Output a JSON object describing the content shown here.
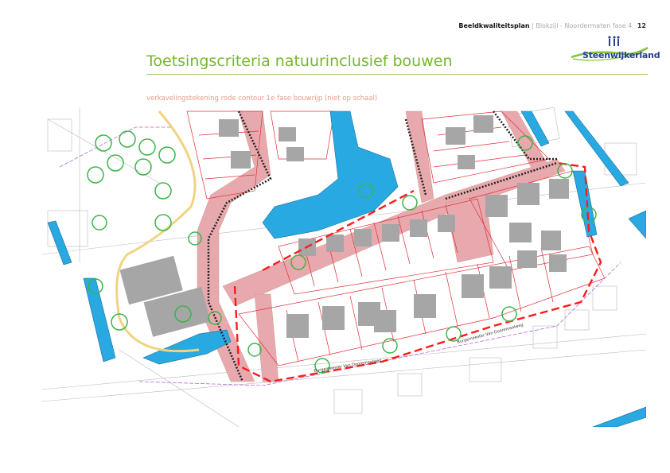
{
  "header": {
    "document_title": "Beeldkwaliteitsplan",
    "separator": "|",
    "project": "Blokzijl - Noordermaten fase 4",
    "page_number": "12"
  },
  "logo": {
    "text": "Steenwijkerland"
  },
  "page_title": "Toetsingscriteria natuurinclusief bouwen",
  "caption": "verkavelingstekening rode contour 1e fase bouwrijp (niet op schaal)",
  "map": {
    "street_label_1": "Burgemeester Van Dooremaalweg",
    "street_label_2": "Burgemeester Van Dooremaalweg",
    "colors": {
      "water": "#29a9e1",
      "road": "#e7a9ad",
      "building": "#a6a6a6",
      "contour": "#ff1a1a",
      "tree": "#3cb54a"
    }
  }
}
